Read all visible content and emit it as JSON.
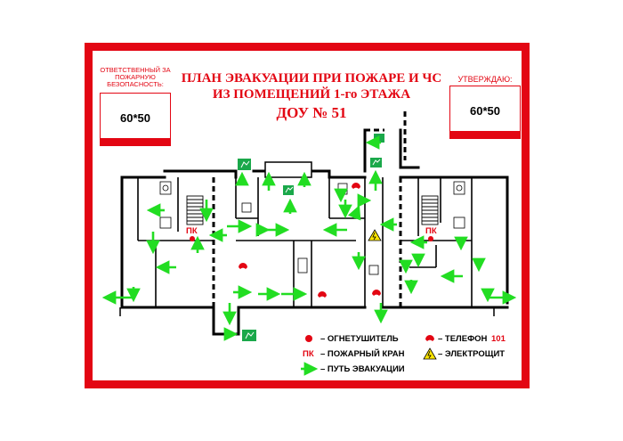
{
  "plan": {
    "title_line1": "ПЛАН ЭВАКУАЦИИ ПРИ ПОЖАРЕ И ЧС",
    "title_line2": "ИЗ ПОМЕЩЕНИЙ 1-го ЭТАЖА",
    "title_line3": "ДОУ № 51"
  },
  "left_box": {
    "header": "ОТВЕТСТВЕННЫЙ ЗА ПОЖАРНУЮ БЕЗОПАСНОСТЬ:",
    "value": "60*50"
  },
  "right_box": {
    "header": "УТВЕРЖДАЮ:",
    "value": "60*50"
  },
  "markers": {
    "hydrant_label": "ПК"
  },
  "legend": {
    "extinguisher": "– ОГНЕТУШИТЕЛЬ",
    "hydrant_abbr": "ПК",
    "hydrant": "– ПОЖАРНЫЙ КРАН",
    "evac_path": "– ПУТЬ ЭВАКУАЦИИ",
    "phone": "– ТЕЛЕФОН",
    "phone_number": "101",
    "electric": "– ЭЛЕКТРОЩИТ"
  },
  "colors": {
    "frame_red": "#e30613",
    "evac_green": "#22dd22",
    "exit_green": "#1aa84a",
    "electric_yellow": "#ffe600"
  }
}
